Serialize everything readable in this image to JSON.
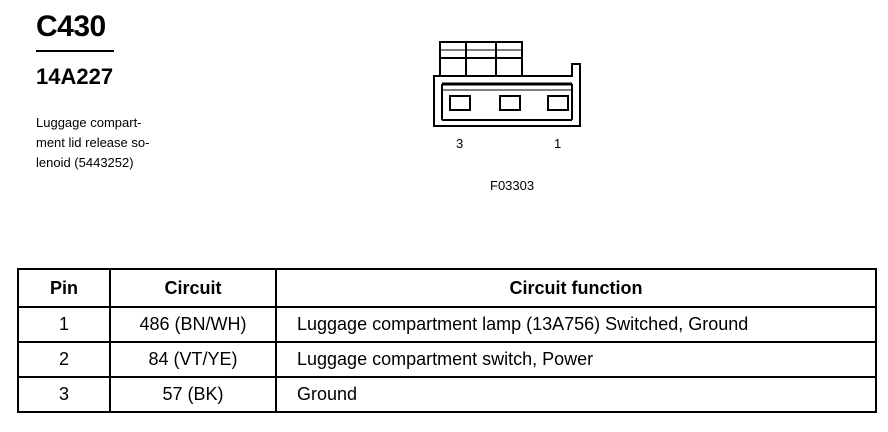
{
  "connector": {
    "id": "C430",
    "part_number": "14A227",
    "description_lines": [
      "Luggage compart-",
      "ment lid release so-",
      "lenoid (5443252)"
    ]
  },
  "diagram": {
    "pin_labels": [
      "3",
      "1"
    ],
    "figure_code": "F03303"
  },
  "table": {
    "headers": [
      "Pin",
      "Circuit",
      "Circuit function"
    ],
    "rows": [
      {
        "pin": "1",
        "circuit": "486 (BN/WH)",
        "function": "Luggage compartment lamp (13A756) Switched, Ground"
      },
      {
        "pin": "2",
        "circuit": "84 (VT/YE)",
        "function": "Luggage compartment switch, Power"
      },
      {
        "pin": "3",
        "circuit": "57 (BK)",
        "function": "Ground"
      }
    ]
  }
}
